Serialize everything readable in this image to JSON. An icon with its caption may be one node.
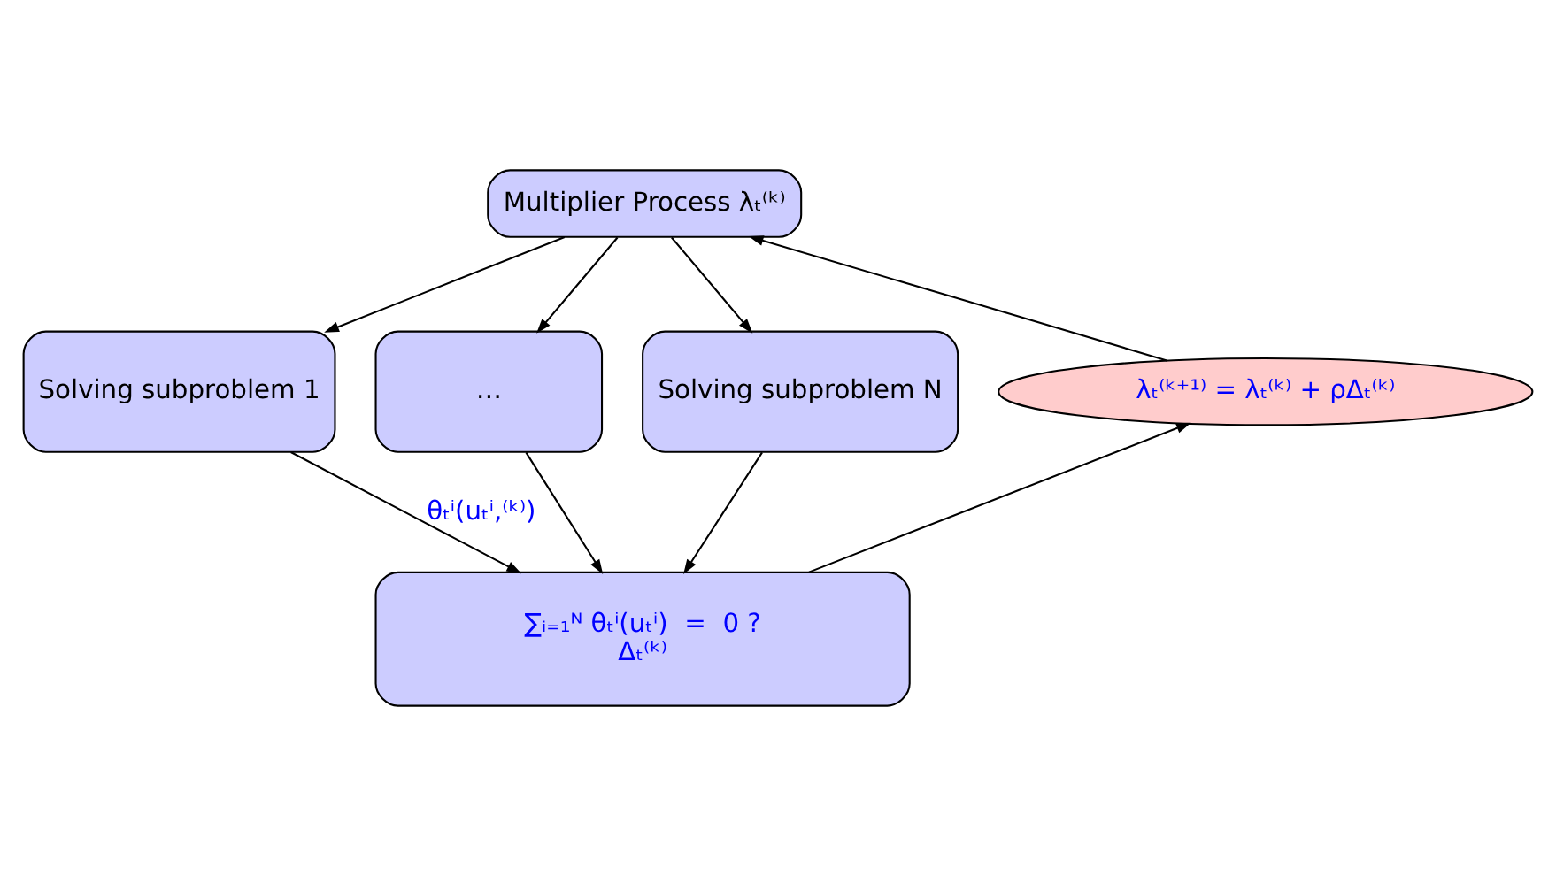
{
  "diagram": {
    "nodes": [
      {
        "text": [
          "Multiplier Process λₜ⁽ᵏ⁾"
        ]
      },
      {
        "text": [
          "Solving subproblem 1"
        ]
      },
      {
        "text": [
          "…"
        ]
      },
      {
        "text": [
          "Solving subproblem N"
        ]
      },
      {
        "text": [
          "∑ᵢ₌₁ᴺ θₜⁱ(uₜⁱ)  =  0 ?",
          "Δₜ⁽ᵏ⁾"
        ]
      },
      {
        "text": [
          "λₜ⁽ᵏ⁺¹⁾ = λₜ⁽ᵏ⁾ + ρΔₜ⁽ᵏ⁾"
        ]
      }
    ],
    "edges": [
      {
        "from": 0,
        "to": 1,
        "arrow": "to"
      },
      {
        "from": 0,
        "to": 2,
        "arrow": "to"
      },
      {
        "from": 0,
        "to": 3,
        "arrow": "to"
      },
      {
        "from": 1,
        "to": 4,
        "arrow": "to",
        "label": "θₜⁱ(uₜⁱ,⁽ᵏ⁾)"
      },
      {
        "from": 2,
        "to": 4,
        "arrow": "to"
      },
      {
        "from": 3,
        "to": 4,
        "arrow": "to"
      },
      {
        "from": 4,
        "to": 5,
        "arrow": "to"
      },
      {
        "from": 5,
        "to": 0,
        "arrow": "to"
      }
    ]
  }
}
